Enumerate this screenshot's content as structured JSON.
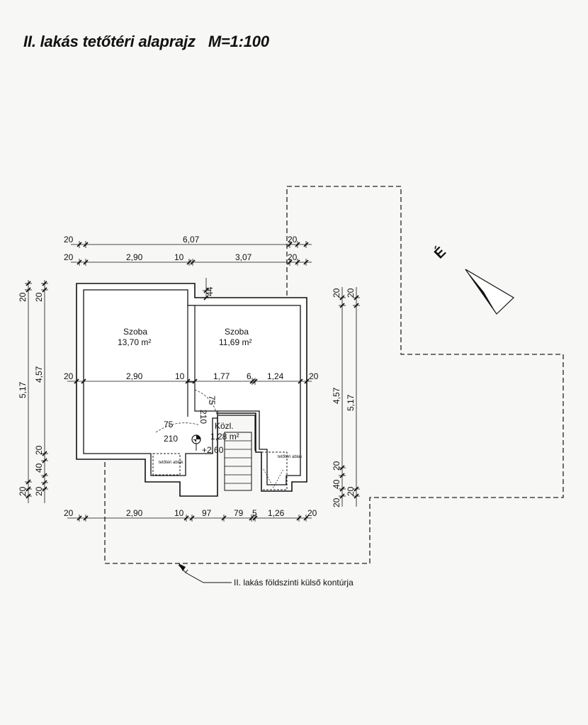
{
  "title": "II. lakás tetőtéri alaprajz",
  "scale": "M=1:100",
  "rooms": [
    {
      "name": "Szoba",
      "area": "13,70 m²"
    },
    {
      "name": "Szoba",
      "area": "11,69 m²"
    },
    {
      "name": "Közl.",
      "area": "1,28 m²",
      "level": "+2,60"
    }
  ],
  "skylight_label": "tetőtéri ablak",
  "outline_label": "II. lakás földszinti külső kontúrja",
  "north_label": "É",
  "dims": {
    "top1": {
      "a": "20",
      "b": "6,07",
      "c": "20"
    },
    "top2": {
      "a": "20",
      "b": "2,90",
      "c": "10",
      "d": "3,07",
      "e": "20"
    },
    "mid": {
      "a": "20",
      "b": "2,90",
      "c": "10",
      "d": "1,77",
      "e": "6",
      "f": "1,24",
      "g": "20"
    },
    "bottom": {
      "a": "20",
      "b": "2,90",
      "c": "10",
      "d": "97",
      "e": "79",
      "f": "5",
      "g": "1,26",
      "h": "20"
    },
    "left_outer": {
      "a": "20",
      "b": "5,17",
      "c": "20"
    },
    "left_inner": {
      "a": "20",
      "b": "4,57",
      "c": "20",
      "d": "40",
      "e": "20"
    },
    "right_inner": {
      "a": "20",
      "b": "4,57",
      "c": "20",
      "d": "40",
      "e": "20"
    },
    "right_outer": {
      "a": "20",
      "b": "5,17",
      "c": "20"
    },
    "wall": "44",
    "door1": "210",
    "door1b": "75",
    "door2": "75",
    "door2b": "210"
  }
}
